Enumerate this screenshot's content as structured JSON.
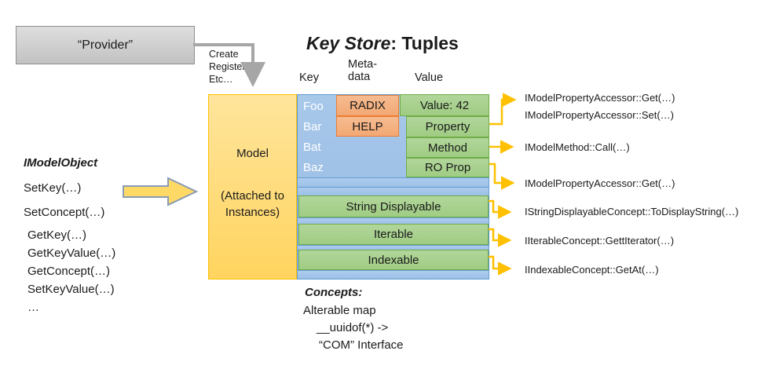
{
  "title": {
    "emphasis": "Key Store",
    "rest": ": Tuples"
  },
  "provider_box": {
    "label": "“Provider”"
  },
  "provider_arrow": {
    "lines": [
      "Create",
      "Register",
      "Etc…"
    ]
  },
  "table_headers": {
    "key": "Key",
    "meta_line1": "Meta-",
    "meta_line2": "data",
    "value": "Value"
  },
  "model_box": {
    "title": "Model",
    "note_line1": "(Attached to",
    "note_line2": "Instances)"
  },
  "keys": [
    "Foo",
    "Bar",
    "Bat",
    "Baz"
  ],
  "metadata": [
    "RADIX",
    "HELP"
  ],
  "values": [
    "Value: 42",
    "Property",
    "Method",
    "RO Prop"
  ],
  "concept_bars": [
    "String Displayable",
    "Iterable",
    "Indexable"
  ],
  "imodel_object": {
    "heading": "IModelObject",
    "methods": [
      "SetKey(…)",
      "SetConcept(…)",
      "GetKey(…)",
      "GetKeyValue(…)",
      "GetConcept(…)",
      "SetKeyValue(…)",
      "…"
    ]
  },
  "annotations": {
    "property_get": "IModelPropertyAccessor::Get(…)",
    "property_set": "IModelPropertyAccessor::Set(…)",
    "method_call": "IModelMethod::Call(…)",
    "ro_prop_get": "IModelPropertyAccessor::Get(…)",
    "string_displayable": "IStringDisplayableConcept::ToDisplayString(…)",
    "iterable": "IIterableConcept::GettIterator(…)",
    "indexable": "IIndexableConcept::GetAt(…)"
  },
  "concepts_note": {
    "heading": "Concepts:",
    "lines": [
      "Alterable map",
      "__uuidof(*) ->",
      "“COM” Interface"
    ]
  },
  "colors": {
    "blue_fill": "#9DC3E6",
    "blue_border": "#5B9BD5",
    "green_fill": "#A9D18E",
    "green_border": "#70AD47",
    "salmon_fill": "#F4B183",
    "salmon_border": "#ED7D31",
    "yellow_fill": "#FFD966",
    "yellow_border": "#FFC000",
    "connector_orange": "#FFC000",
    "connector_gray": "#A6A6A6",
    "provider_gray": "#C9C9C9",
    "key_text": "#FFFFFF"
  }
}
